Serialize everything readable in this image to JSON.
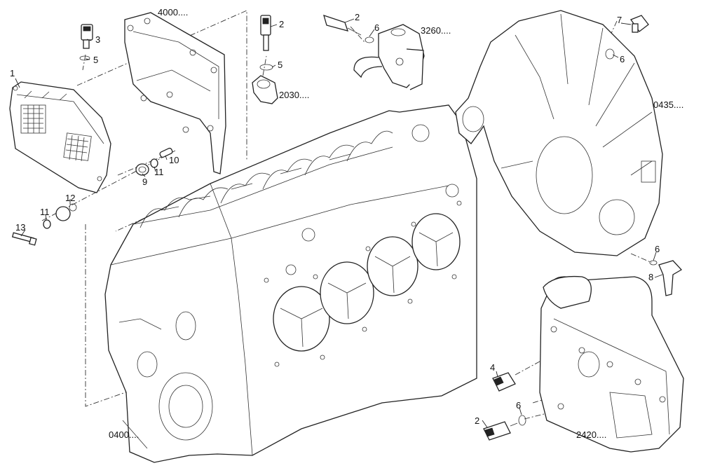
{
  "diagram": {
    "callouts": [
      {
        "id": "c1",
        "text": "1"
      },
      {
        "id": "c2a",
        "text": "2"
      },
      {
        "id": "c2b",
        "text": "2"
      },
      {
        "id": "c2c",
        "text": "2"
      },
      {
        "id": "c3",
        "text": "3"
      },
      {
        "id": "c4",
        "text": "4"
      },
      {
        "id": "c5a",
        "text": "5"
      },
      {
        "id": "c5b",
        "text": "5"
      },
      {
        "id": "c6a",
        "text": "6"
      },
      {
        "id": "c6b",
        "text": "6"
      },
      {
        "id": "c6c",
        "text": "6"
      },
      {
        "id": "c6d",
        "text": "6"
      },
      {
        "id": "c7",
        "text": "7"
      },
      {
        "id": "c8",
        "text": "8"
      },
      {
        "id": "c9",
        "text": "9"
      },
      {
        "id": "c10",
        "text": "10"
      },
      {
        "id": "c11a",
        "text": "11"
      },
      {
        "id": "c11b",
        "text": "11"
      },
      {
        "id": "c12",
        "text": "12"
      },
      {
        "id": "c13",
        "text": "13"
      }
    ],
    "group_refs": [
      {
        "id": "g4000",
        "text": "4000...."
      },
      {
        "id": "g3260",
        "text": "3260...."
      },
      {
        "id": "g2030",
        "text": "2030...."
      },
      {
        "id": "g0435",
        "text": "0435...."
      },
      {
        "id": "g0400",
        "text": "0400...."
      },
      {
        "id": "g2420",
        "text": "2420...."
      }
    ]
  }
}
